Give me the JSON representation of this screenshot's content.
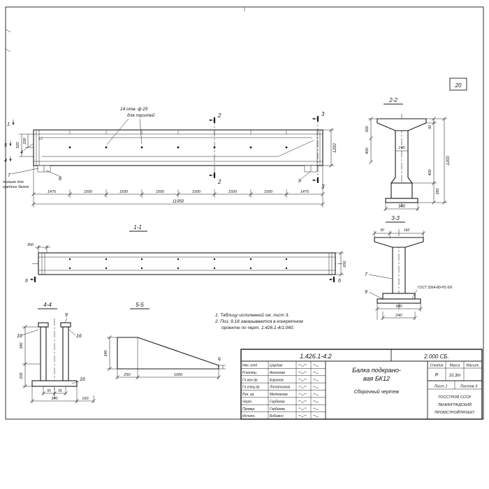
{
  "sheet": {
    "number": "20"
  },
  "main_view": {
    "holes_note_1": "14 отв. ф 25",
    "holes_note_2": "для троллей",
    "dim_320": "320",
    "dim_200": "200",
    "dim_15": "15",
    "dim_height": "1200",
    "pos_4": "4",
    "pos_7": "7",
    "pos_8": "8",
    "pos_9": "9",
    "cut_1": "1",
    "cut_2": "2",
    "cut_3": "3",
    "cut_4": "4",
    "cut_5": "5",
    "note_middle_1": "только для",
    "note_middle_2": "средних балок",
    "dim_chain": [
      "1475",
      "1500",
      "1500",
      "1500",
      "1500",
      "1500",
      "1500",
      "1475"
    ],
    "dim_total": "11950"
  },
  "section_2_2": {
    "title": "2-2",
    "dim_left_1": "300",
    "dim_left_2": "400",
    "dim_web": "140",
    "dim_right_1": "90",
    "dim_right_2": "400",
    "dim_right_3": "350",
    "dim_height": "1200",
    "dim_bottom": "340"
  },
  "section_1_1": {
    "title": "1-1",
    "dim_left": "350",
    "dim_right": "650",
    "cut_6_left": "6",
    "cut_6_right": "6"
  },
  "section_3_3": {
    "title": "3-3",
    "dim_top_1": "30",
    "dim_top_2": "160",
    "pos_7": "7",
    "pos_9": "9",
    "weld_note": "ГОСТ 5264-80-Н1-5/6",
    "dim_bottom_1": "340",
    "dim_bottom_2": "240"
  },
  "section_4_4": {
    "title": "4-4",
    "pos_9": "9",
    "pos_16_a": "16",
    "pos_16_b": "16",
    "pos_16_c": "16",
    "dim_left_1": "340",
    "dim_left_2": "200",
    "dim_55_a": "55",
    "dim_55_b": "55",
    "dim_340": "340",
    "dim_160": "160"
  },
  "section_5_5": {
    "title": "5-5",
    "dim_height": "340",
    "dim_end": "40",
    "dim_250": "250",
    "dim_1000": "1000"
  },
  "notes": {
    "line_1": "1. Таблицу исполнений см. лист 3.",
    "line_2": "2. Поз. 9,18 заказываются в конкретном",
    "line_3": "проекте по черт. 1.426.1-4/1.060."
  },
  "title_block": {
    "doc_number": "1.426.1-4.2",
    "doc_code": "2.000 СБ.",
    "rows": [
      {
        "role": "Нач. отд",
        "name": "Цардаж"
      },
      {
        "role": "Н.контр.",
        "name": "Аксенова"
      },
      {
        "role": "Гл.кон.др",
        "name": "Баранов"
      },
      {
        "role": "Гл.спец.др",
        "name": "Лопатников"
      },
      {
        "role": "Рук. гр.",
        "name": "Медникова"
      },
      {
        "role": "Черт.",
        "name": "Горбеева"
      },
      {
        "role": "Провер.",
        "name": "Горбеева"
      },
      {
        "role": "Исполн.",
        "name": "Бобович"
      }
    ],
    "product_title_1": "Балка подкрано-",
    "product_title_2": "вая БК12",
    "doc_type": "Сборочный чертеж",
    "col_stage": "Стадия",
    "col_mass": "Масса",
    "col_scale": "Масшт.",
    "stage": "Р",
    "mass": "10,3т",
    "sheet": "Лист 1",
    "sheets": "Листов 3",
    "org_1": "ГОССТРОЙ СССР",
    "org_2": "ЛЕНИНГРАДСКИЙ",
    "org_3": "ПРОМСТРОЙПРОЕКТ"
  }
}
